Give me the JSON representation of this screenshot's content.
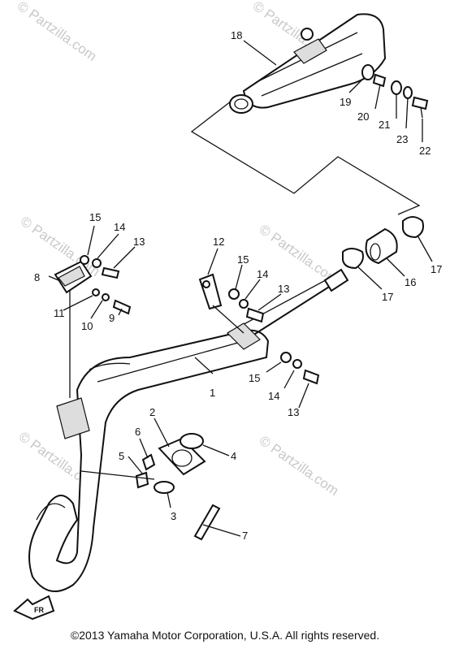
{
  "watermark": "© Partzilla.com",
  "copyright": "©2013  Yamaha Motor Corporation, U.S.A. All rights reserved.",
  "front_badge": "FR",
  "callouts": {
    "c1": "1",
    "c2": "2",
    "c3": "3",
    "c4": "4",
    "c5": "5",
    "c6": "6",
    "c7": "7",
    "c8": "8",
    "c9": "9",
    "c10": "10",
    "c11": "11",
    "c12": "12",
    "c13a": "13",
    "c13b": "13",
    "c13c": "13",
    "c14a": "14",
    "c14b": "14",
    "c14c": "14",
    "c15a": "15",
    "c15b": "15",
    "c15c": "15",
    "c16": "16",
    "c17a": "17",
    "c17b": "17",
    "c18": "18",
    "c19": "19",
    "c20": "20",
    "c21": "21",
    "c22": "22",
    "c23": "23"
  }
}
